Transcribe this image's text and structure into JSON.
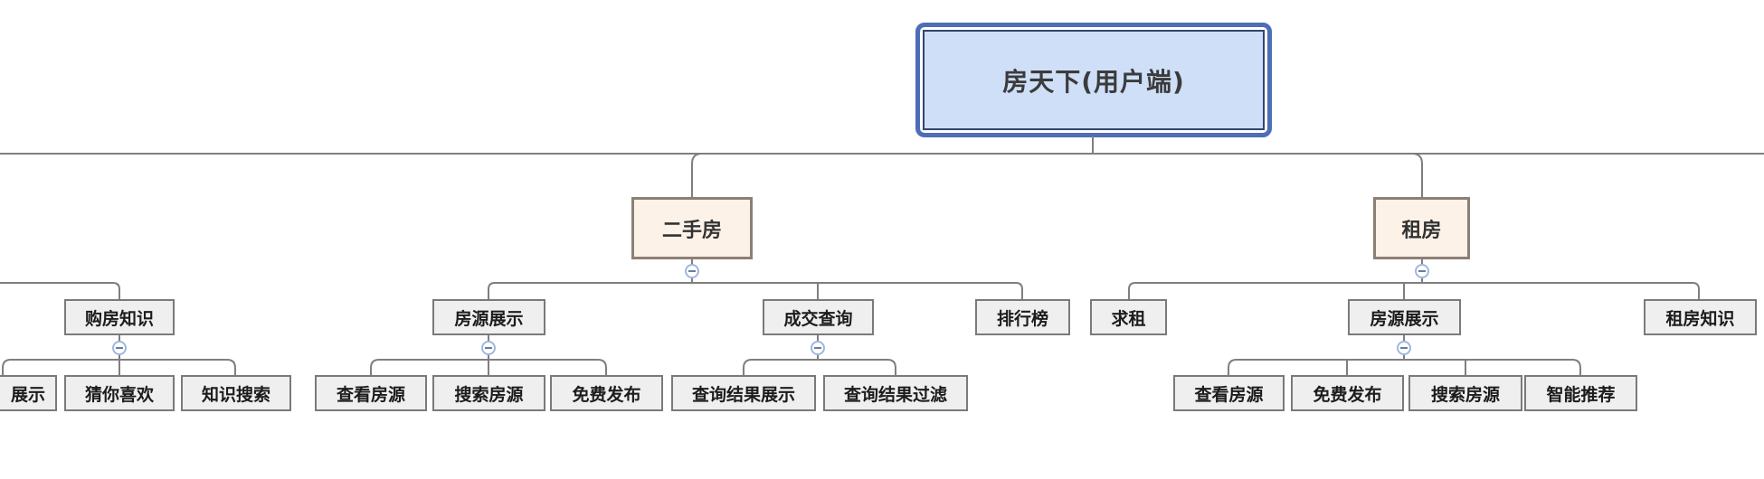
{
  "diagram": {
    "type": "mindmap-org-chart",
    "root": {
      "label": "房天下(用户端)"
    },
    "branch_second_hand": {
      "label": "二手房",
      "children": {
        "listing": {
          "label": "房源展示",
          "children": [
            "查看房源",
            "搜索房源",
            "免费发布"
          ]
        },
        "deal_query": {
          "label": "成交查询",
          "children": [
            "查询结果展示",
            "查询结果过滤"
          ]
        },
        "ranking": {
          "label": "排行榜"
        }
      }
    },
    "branch_rent": {
      "label": "租房",
      "children": {
        "seek_rent": {
          "label": "求租"
        },
        "listing": {
          "label": "房源展示",
          "children": [
            "查看房源",
            "免费发布",
            "搜索房源",
            "智能推荐"
          ]
        },
        "rent_knowledge": {
          "label": "租房知识"
        }
      }
    },
    "partial_left_branch": {
      "label": "购房知识",
      "children": [
        "展示",
        "猜你喜欢",
        "知识搜索"
      ]
    },
    "colors": {
      "root_fill": "#cfdff8",
      "root_outer_border": "#4d6db7",
      "root_inner_border": "#36436d",
      "level1_fill": "#fdf2e8",
      "level1_border": "#8c7f74",
      "node_fill": "#efefef",
      "node_border": "#7a7a7a",
      "connector": "#7f7f7f",
      "collapse_ring": "#9fb7e2",
      "collapse_minus": "#6a7c9e"
    }
  }
}
